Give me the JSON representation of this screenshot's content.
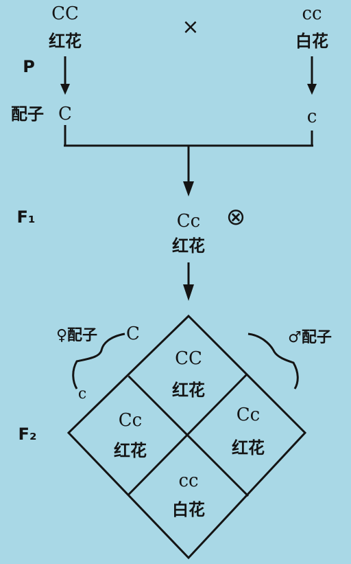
{
  "parents": {
    "generation": "P",
    "left": {
      "genotype": "CC",
      "phenotype": "红花"
    },
    "right": {
      "genotype": "cc",
      "phenotype": "白花"
    },
    "cross_symbol": "×"
  },
  "gametes": {
    "label": "配子",
    "left": "C",
    "right": "c"
  },
  "f1": {
    "generation": "F₁",
    "genotype": "Cc",
    "phenotype": "红花",
    "selfing_symbol": "⊗"
  },
  "f2": {
    "generation": "F₂",
    "female_gametes_label": "♀配子",
    "male_gametes_label": "♂配子",
    "female_gametes": [
      "C",
      "c"
    ],
    "cells": [
      {
        "genotype": "CC",
        "phenotype": "红花"
      },
      {
        "genotype": "Cc",
        "phenotype": "红花"
      },
      {
        "genotype": "Cc",
        "phenotype": "红花"
      },
      {
        "genotype": "cc",
        "phenotype": "白花"
      }
    ]
  },
  "colors": {
    "background": "#a9d8e6",
    "ink": "#141414"
  }
}
